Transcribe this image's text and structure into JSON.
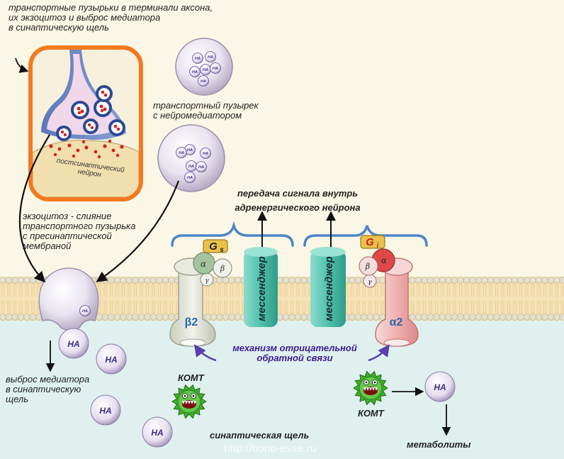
{
  "labels": {
    "top_left": "транспортные пузырьки в терминали аксона,\nих экзоцитоз и выброс медиатора\nв синаптическую щель",
    "postsynaptic": "постсинаптический\nнейрон",
    "vesicle_caption": "транспортный пузырек\nс нейромедиатором",
    "signal_transfer": "передача сигнала внутрь\nадренергического нейрона",
    "exocytosis": "экзоцитоз - слияние\nтранспортного пузырька\nс пресинаптической\nмембраной",
    "release": "выброс  медиатора\nв синаптическую\nщель",
    "feedback": "механизм отрицательной\nобратной связи",
    "comt_left": "КОМТ",
    "comt_right": "КОМТ",
    "cleft": "синаптическая щель",
    "metabolites": "метаболиты",
    "url": "http://bono-esse.ru"
  },
  "receptors": {
    "beta2": "β2",
    "alpha2": "α2",
    "gs_main": "G",
    "gs_sub": "s",
    "gi_main": "G",
    "gi_sub": "i",
    "subunit_alpha": "α",
    "subunit_beta": "β",
    "subunit_gamma": "γ"
  },
  "messenger": "мессенджер",
  "na": "НА",
  "colors": {
    "background": "#fbf7e6",
    "cleft": "#dff0ee",
    "orange_frame": "#f27a1e",
    "bracket": "#4b86c8",
    "messenger": "#4fc0ac",
    "feedback_arrow": "#5a3eb0",
    "gs_protein": "#a4c4a0",
    "gi_protein": "#e04848",
    "comt_enzyme": "#3fae2c"
  }
}
